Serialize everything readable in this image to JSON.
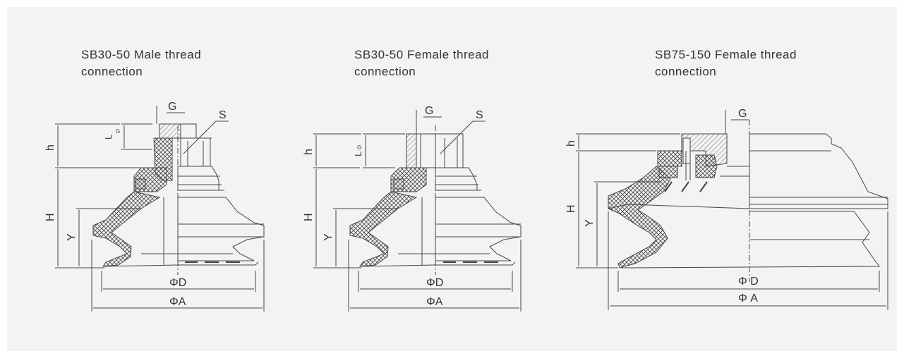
{
  "colors": {
    "background": "#f3f3f3",
    "line": "#444444",
    "text": "#333333"
  },
  "diagrams": [
    {
      "title": "SB30-50 Male thread connection",
      "labels": {
        "G": "G",
        "S": "S",
        "LG": "L",
        "LG_sub": "G",
        "h": "h",
        "H": "H",
        "Y": "Y",
        "D": "ΦD",
        "A": "ΦA"
      }
    },
    {
      "title": "SB30-50 Female thread connection",
      "labels": {
        "G": "G",
        "S": "S",
        "LG": "L",
        "LG_sub": "G",
        "h": "h",
        "H": "H",
        "Y": "Y",
        "D": "ΦD",
        "A": "ΦA"
      }
    },
    {
      "title": "SB75-150 Female thread connection",
      "labels": {
        "G": "G",
        "h": "h",
        "H": "H",
        "Y": "Y",
        "D": "Φ D",
        "A": "Φ A"
      }
    }
  ]
}
